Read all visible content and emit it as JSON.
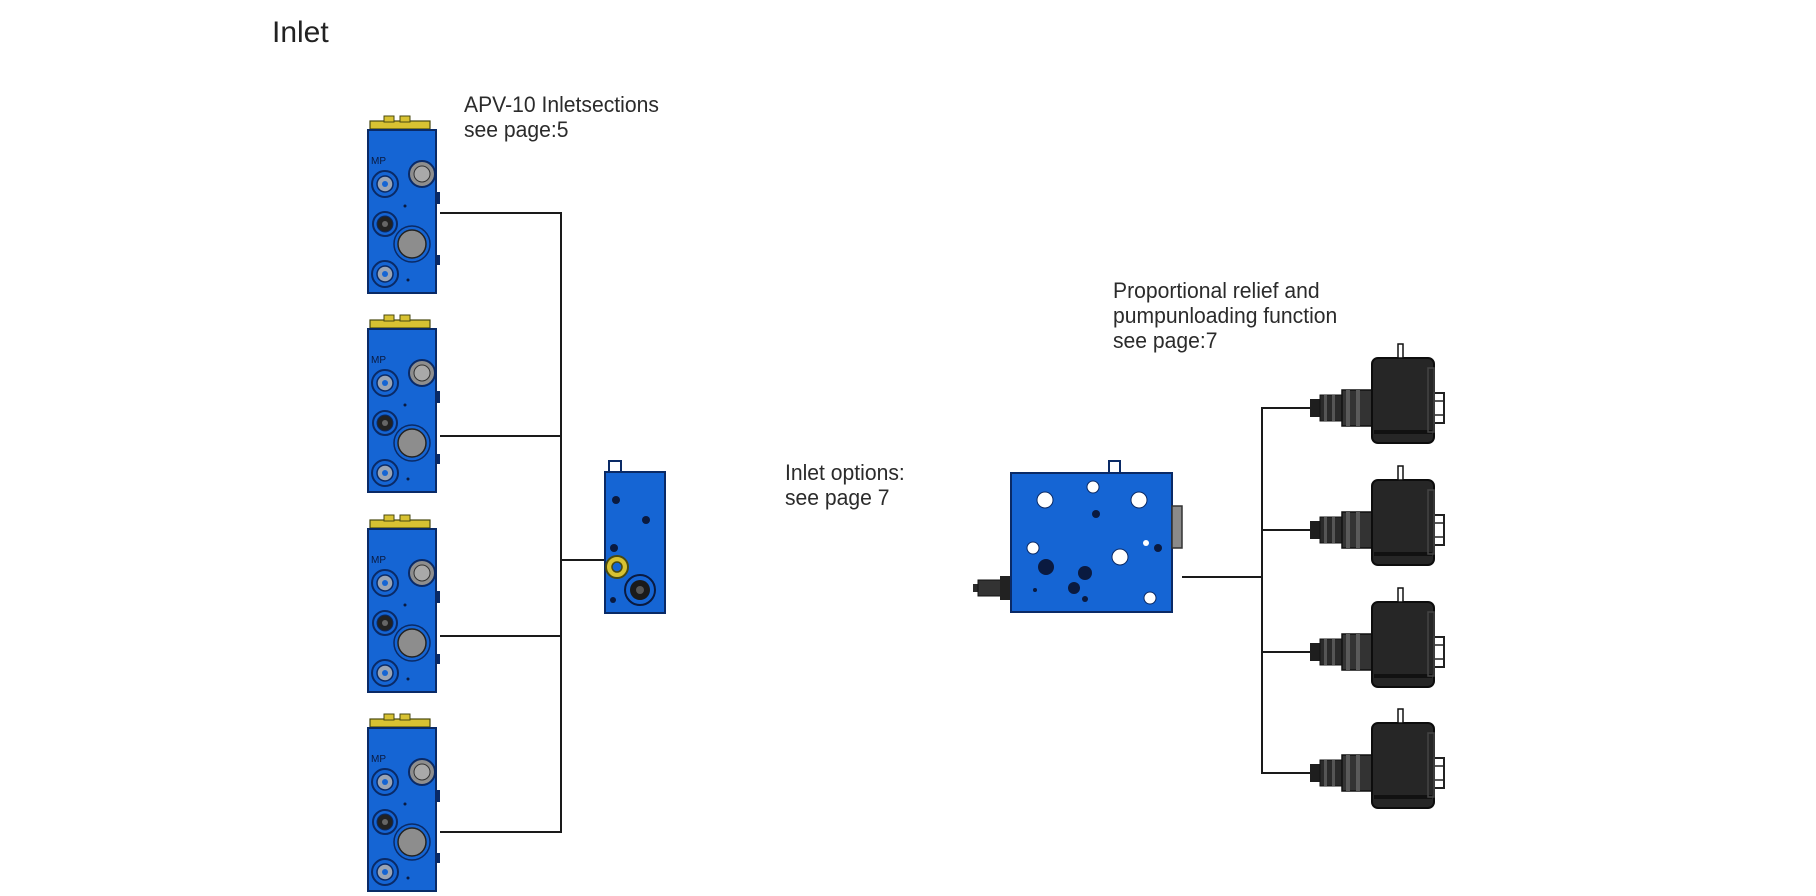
{
  "page": {
    "title": "Inlet"
  },
  "callouts": {
    "inletsections": {
      "line1": "APV-10 Inletsections",
      "line2": "see page:5"
    },
    "inlet_options": {
      "line1": "Inlet options:",
      "line2": "see page 7"
    },
    "proportional": {
      "line1": "Proportional relief and",
      "line2": "pumpunloading function",
      "line3": "see page:7"
    }
  },
  "components": {
    "inlet_sections": 4,
    "inlet_option_block": 1,
    "proportional_block": 1,
    "solenoid_coils": 4
  },
  "colors": {
    "block_blue": "#1565d4",
    "block_outline": "#0a2a66",
    "coil_black": "#262626",
    "cap_yellow": "#d8c232",
    "line": "#1a1a1a"
  }
}
